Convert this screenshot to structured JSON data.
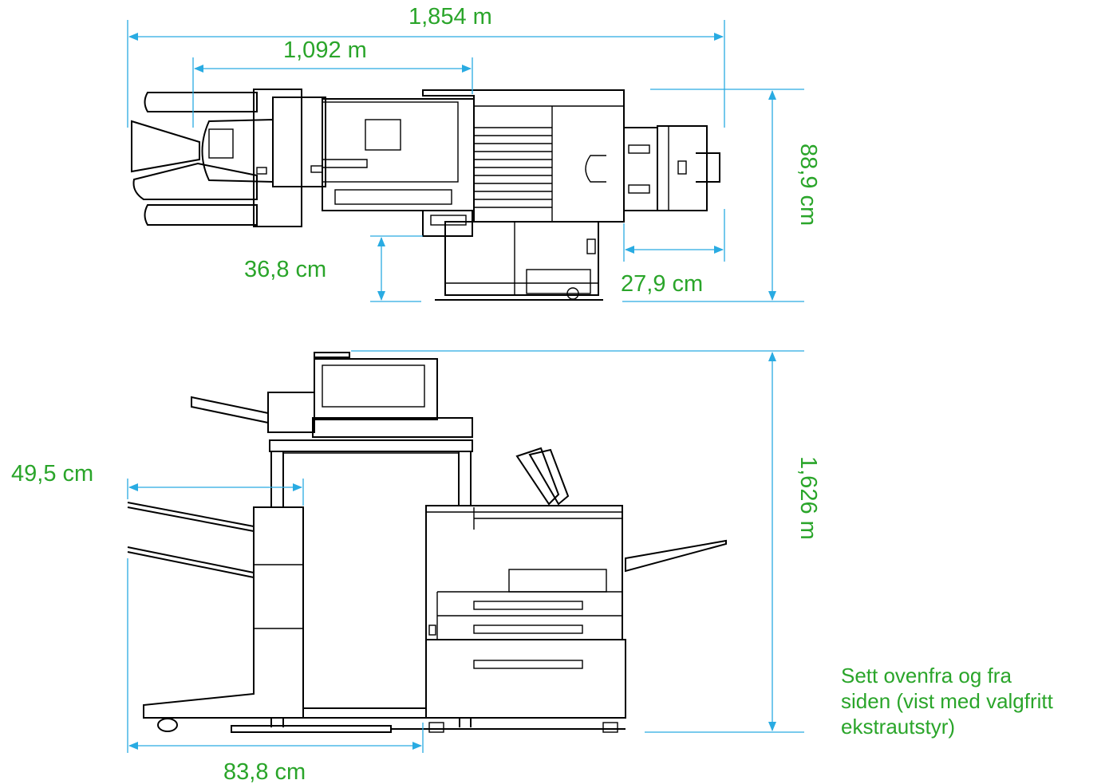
{
  "colors": {
    "dimension": "#2aa52a",
    "measure_line": "#29abe2",
    "device_fill": "#bde3f4",
    "outline": "#000000"
  },
  "dimensions": {
    "top_total_width": "1,854 m",
    "top_width_to_printer": "1,092 m",
    "top_depth": "88,9 cm",
    "top_front_offset": "36,8 cm",
    "top_right_tray": "27,9 cm",
    "side_height": "1,626 m",
    "side_finisher_width": "49,5 cm",
    "side_base_width": "83,8 cm"
  },
  "caption": [
    "Sett ovenfra og fra",
    "siden (vist med valgfritt",
    "ekstrautstyr)"
  ]
}
